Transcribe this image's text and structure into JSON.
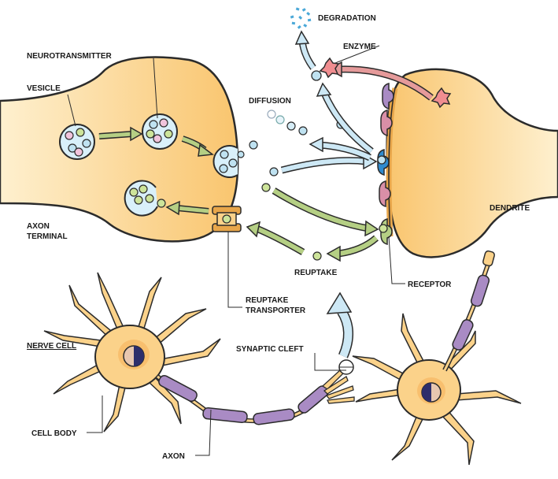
{
  "labels": {
    "neurotransmitter": "NEUROTRANSMITTER",
    "vesicle": "VESICLE",
    "diffusion": "DIFFUSION",
    "degradation": "DEGRADATION",
    "enzyme": "ENZYME",
    "axon_terminal_1": "AXON",
    "axon_terminal_2": "TERMINAL",
    "dendrite": "DENDRITE",
    "reuptake": "REUPTAKE",
    "receptor": "RECEPTOR",
    "reuptake_transporter_1": "REUPTAKE",
    "reuptake_transporter_2": "TRANSPORTER",
    "nerve_cell": "NERVE CELL",
    "synaptic_cleft": "SYNAPTIC CLEFT",
    "cell_body": "CELL BODY",
    "axon": "AXON"
  },
  "colors": {
    "cell_fill": "#fbd28a",
    "cell_fill_light": "#fde7b8",
    "cell_outline": "#2b2b2b",
    "membrane": "#e8a64a",
    "myelin": "#a98bc4",
    "arrow_blue": "#cde8f5",
    "arrow_green": "#b5cf84",
    "arrow_red": "#e59a9a",
    "molecule_blue": "#bfe2f1",
    "molecule_green": "#cde49a",
    "molecule_pink": "#f1c4dc",
    "receptor_pink": "#d98fa7",
    "receptor_purple": "#a98bc4",
    "receptor_blue": "#2f8bcf",
    "enzyme_fill": "#f08d90",
    "nucleus": "#2e2e6b"
  }
}
